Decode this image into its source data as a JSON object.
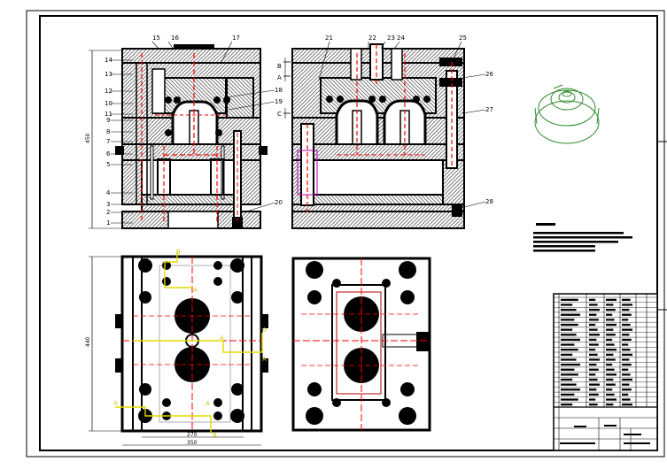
{
  "drawing": {
    "front_view_callouts_left": [
      "14",
      "13",
      "12",
      "10",
      "11",
      "9",
      "8",
      "7",
      "6",
      "5",
      "4",
      "3",
      "2",
      "1"
    ],
    "front_view_callouts_top": [
      "15",
      "16",
      "17"
    ],
    "front_view_callouts_right": [
      "18",
      "19",
      "20"
    ],
    "side_view_callouts_top": [
      "21",
      "22",
      "23",
      "24",
      "25"
    ],
    "side_view_callouts_right": [
      "26",
      "27",
      "28"
    ],
    "side_view_parting_letters": [
      "B",
      "A",
      "C"
    ],
    "dimensions": {
      "front_height": "450",
      "plan_height": "440",
      "plan_inner_width": "270",
      "plan_width": "350"
    },
    "section_marks": [
      "B",
      "A",
      "A",
      "A",
      "A",
      "A",
      "A",
      "B"
    ]
  },
  "colors": {
    "outline": "#000000",
    "hatch": "#3a3a3a",
    "center_line": "#ff0000",
    "section_line": "#e6d800",
    "part_view": "#2e8b2e",
    "dim_line": "#000000"
  },
  "title_block": {
    "row_count": 22
  }
}
